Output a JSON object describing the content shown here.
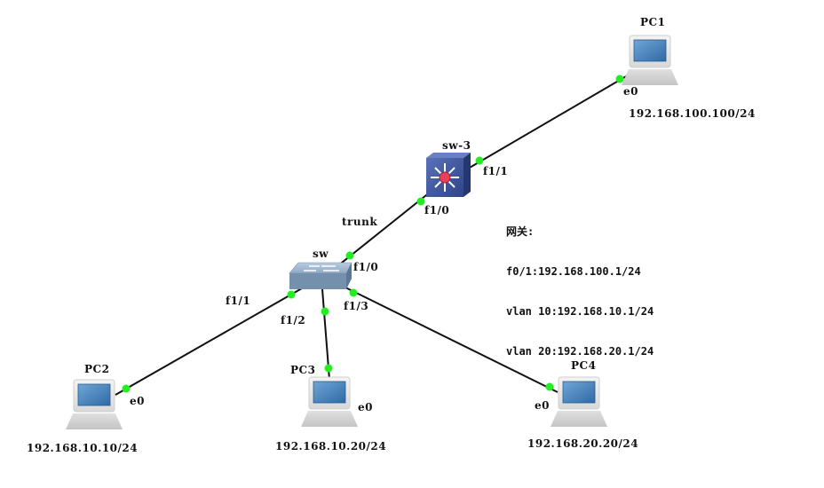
{
  "topology": {
    "nodes": {
      "pc1": {
        "name": "PC1",
        "ip": "192.168.100.100/24",
        "port": "e0",
        "type": "pc"
      },
      "pc2": {
        "name": "PC2",
        "ip": "192.168.10.10/24",
        "port": "e0",
        "type": "pc"
      },
      "pc3": {
        "name": "PC3",
        "ip": "192.168.10.20/24",
        "port": "e0",
        "type": "pc"
      },
      "pc4": {
        "name": "PC4",
        "ip": "192.168.20.20/24",
        "port": "e0",
        "type": "pc"
      },
      "sw3": {
        "name": "sw-3",
        "type": "multilayer-switch",
        "ports": {
          "to_pc1": "f1/1",
          "to_sw": "f1/0"
        }
      },
      "sw": {
        "name": "sw",
        "type": "switch",
        "ports": {
          "to_sw3": "f1/0",
          "to_pc2": "f1/1",
          "to_pc3": "f1/2",
          "to_pc4": "f1/3"
        }
      }
    },
    "links": [
      {
        "from": "sw3",
        "to": "pc1",
        "from_port": "f1/1",
        "to_port": "e0",
        "status": "up"
      },
      {
        "from": "sw",
        "to": "sw3",
        "from_port": "f1/0",
        "to_port": "f1/0",
        "status": "up",
        "label": "trunk"
      },
      {
        "from": "sw",
        "to": "pc2",
        "from_port": "f1/1",
        "to_port": "e0",
        "status": "up"
      },
      {
        "from": "sw",
        "to": "pc3",
        "from_port": "f1/2",
        "to_port": "e0",
        "status": "up"
      },
      {
        "from": "sw",
        "to": "pc4",
        "from_port": "f1/3",
        "to_port": "e0",
        "status": "up"
      }
    ],
    "link_status_color": "#22ee22",
    "gateway_note": {
      "title": "网关:",
      "lines": [
        "f0/1:192.168.100.1/24",
        "vlan 10:192.168.10.1/24",
        "vlan 20:192.168.20.1/24"
      ]
    }
  }
}
